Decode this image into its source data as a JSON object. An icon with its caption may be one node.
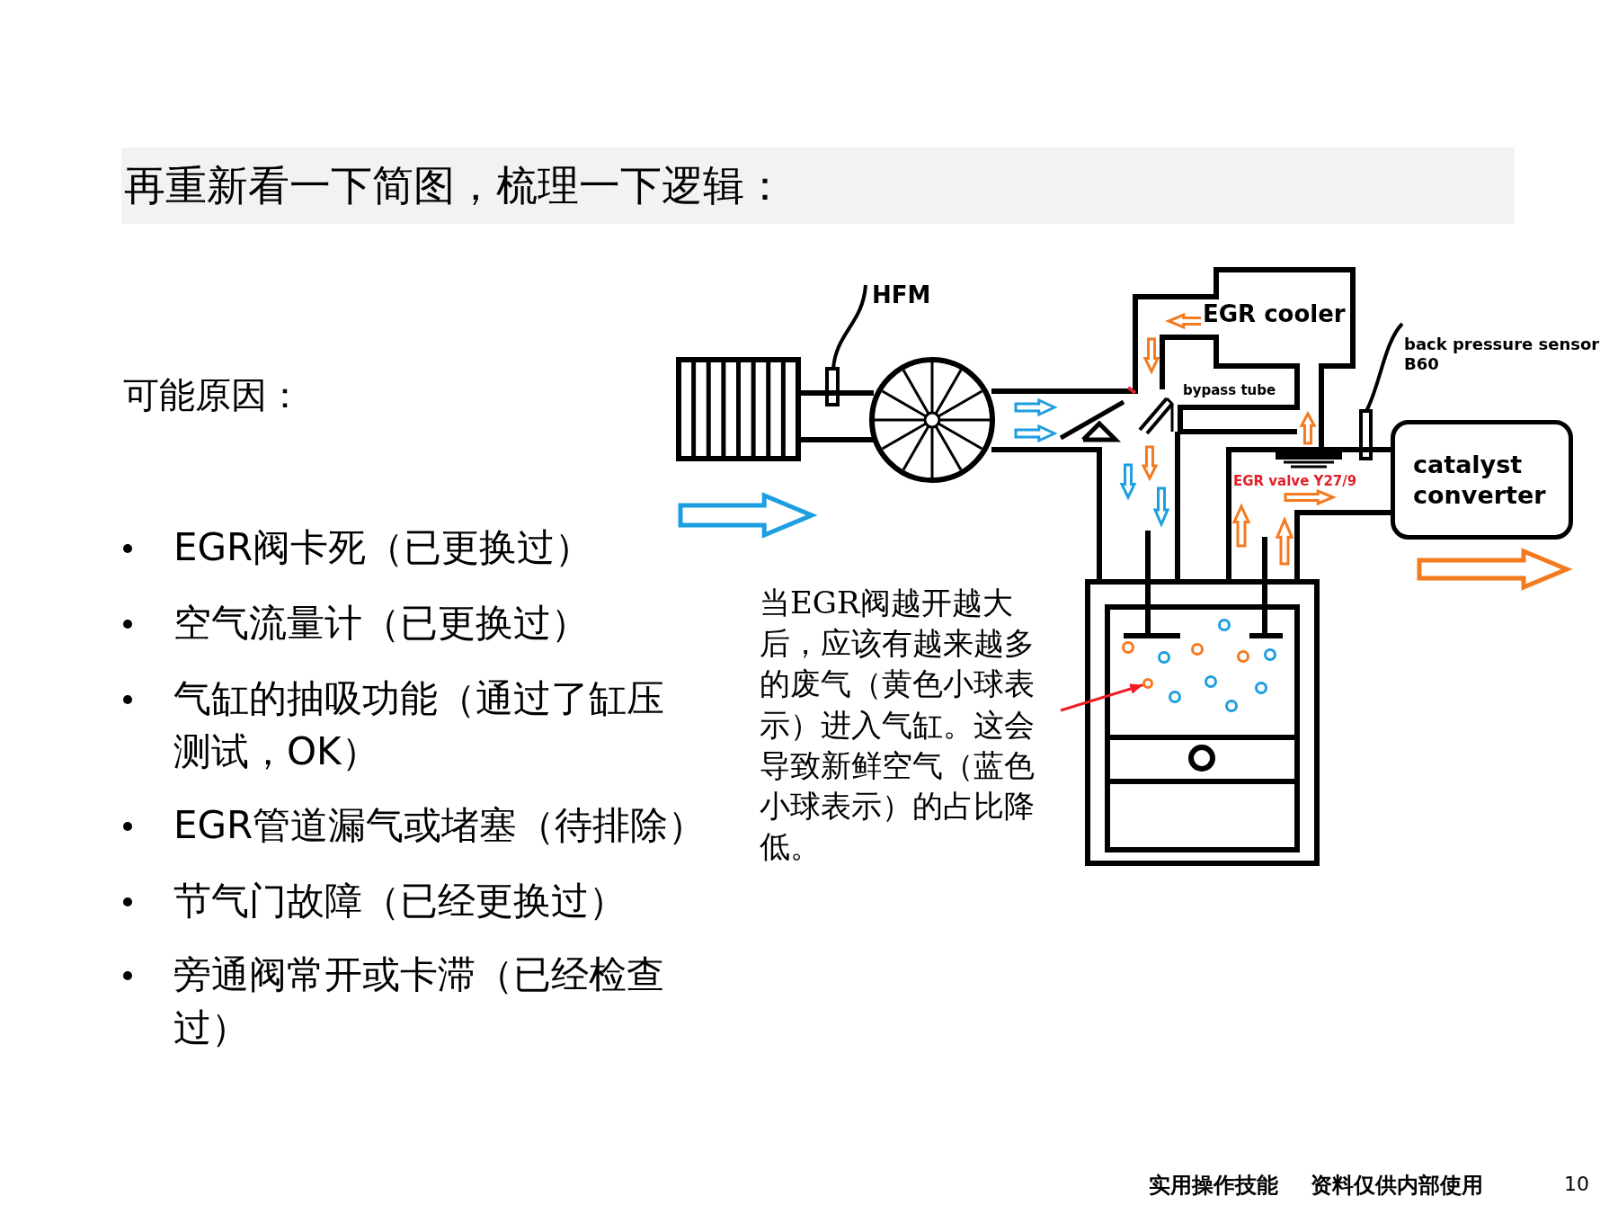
{
  "diagram": {
    "title": "再重新看一下简图，梳理一下逻辑：",
    "nodes": [
      {
        "text": [
          "当EGR阀越开越大后，应该有越来越多的废气（黄色小球表示）进入气缸。这会导致新鲜空气（蓝色小球表示）的占比降低。"
        ]
      },
      {
        "text": [],
        "shape": "circle"
      },
      {
        "text": [
          "catalyst converter"
        ]
      }
    ],
    "edges": [
      {
        "from": 0,
        "to": 1,
        "arrow": "to",
        "color": "#ee1c25"
      }
    ],
    "labels": [
      "可能原因：",
      "EGR阀卡死（已更换过）",
      "空气流量计（已更换过）",
      "气缸的抽吸功能（通过了缸压测试，OK）",
      "EGR管道漏气或堵塞（待排除）",
      "节气门故障（已经更换过）",
      "旁通阀常开或卡滞（已经检查过）",
      "HFM",
      "EGR cooler",
      "back pressure sensor B60",
      "bypass tube",
      "EGR valve Y27/9",
      "实用操作技能",
      "资料仅供内部使用",
      "10"
    ]
  }
}
